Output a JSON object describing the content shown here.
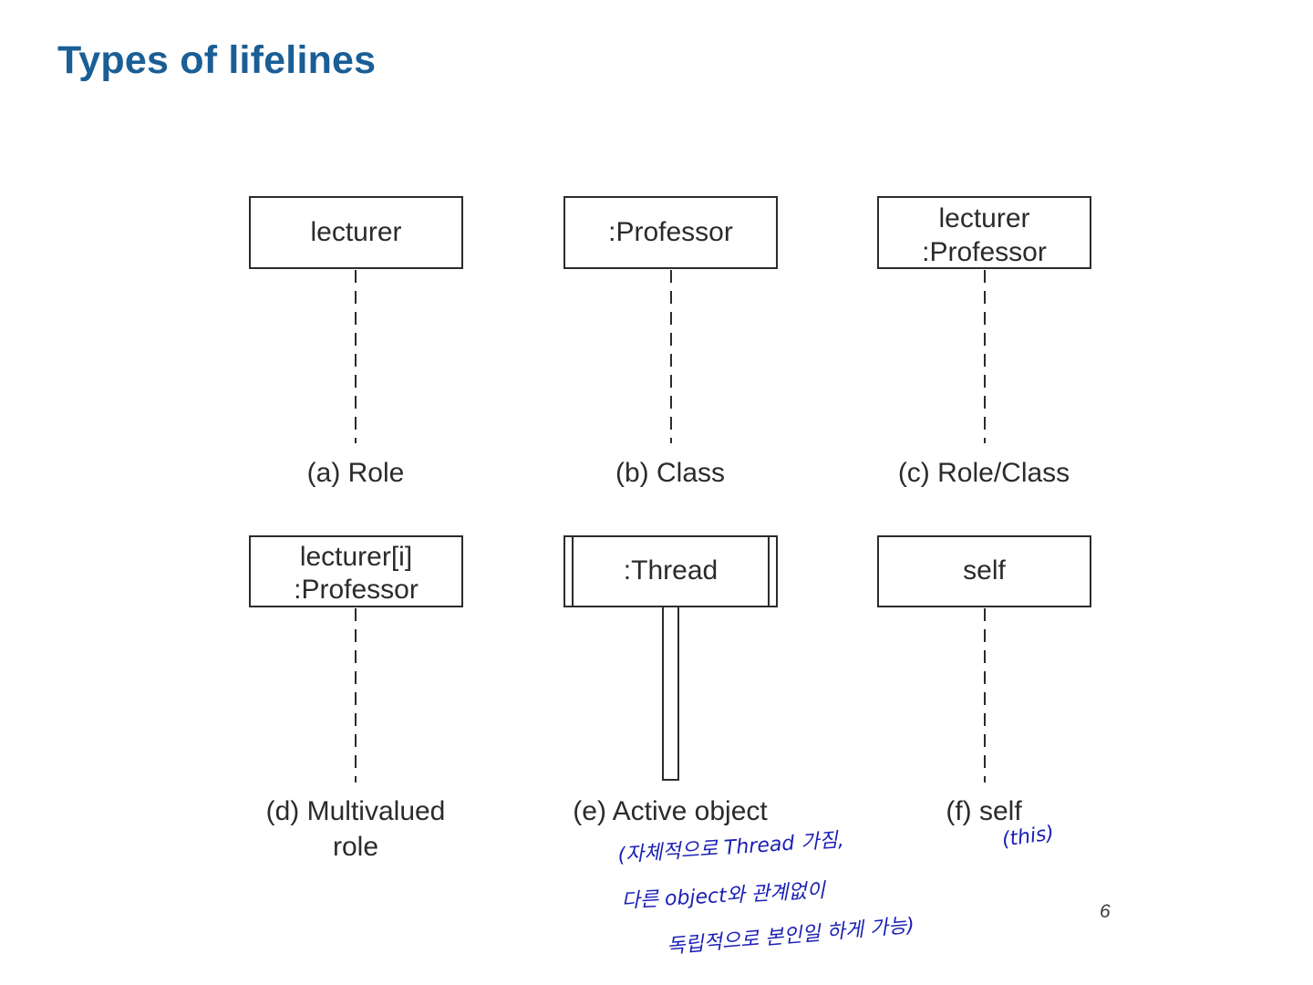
{
  "slide": {
    "title": "Types of lifelines",
    "page_number": "6"
  },
  "lifelines": [
    {
      "id": "a",
      "head_lines": [
        "lecturer"
      ],
      "caption_lines": [
        "(a) Role"
      ],
      "style": "dashed"
    },
    {
      "id": "b",
      "head_lines": [
        ":Professor"
      ],
      "caption_lines": [
        "(b) Class"
      ],
      "style": "dashed"
    },
    {
      "id": "c",
      "head_lines": [
        "lecturer",
        ":Professor"
      ],
      "caption_lines": [
        "(c) Role/Class"
      ],
      "style": "dashed"
    },
    {
      "id": "d",
      "head_lines": [
        "lecturer[i]",
        ":Professor"
      ],
      "caption_lines": [
        "(d) Multivalued",
        "role"
      ],
      "style": "dashed"
    },
    {
      "id": "e",
      "head_lines": [
        ":Thread"
      ],
      "caption_lines": [
        "(e) Active object"
      ],
      "style": "active"
    },
    {
      "id": "f",
      "head_lines": [
        "self"
      ],
      "caption_lines": [
        "(f) self"
      ],
      "style": "dashed"
    }
  ],
  "annotations": {
    "active_object_note": [
      "(자체적으로 Thread 가짐,",
      "다른 object와 관계없이",
      "독립적으로 본인일 하게 가능)"
    ],
    "self_note": "(this)",
    "ink_color": "#1a1fb5"
  }
}
